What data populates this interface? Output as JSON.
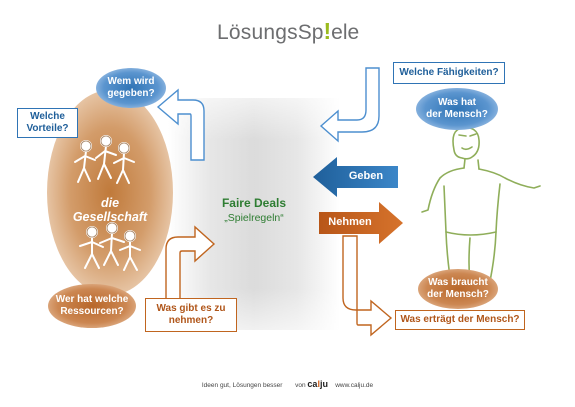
{
  "logo": {
    "prefix": "Lösungs",
    "sp": "Sp",
    "exclaim": "!",
    "ele": "ele"
  },
  "center": {
    "title": "Faire Deals",
    "subtitle": "„Spielregeln“"
  },
  "society": {
    "line1": "die",
    "line2": "Gesellschaft"
  },
  "left_top_oval": {
    "line1": "Wem wird",
    "line2": "gegeben?"
  },
  "left_vorteile_box": {
    "line1": "Welche",
    "line2": "Vorteile?"
  },
  "left_bottom_oval": {
    "line1": "Wer hat welche",
    "line2": "Ressourcen?"
  },
  "left_bottom_box": {
    "line1": "Was gibt es zu",
    "line2": "nehmen?"
  },
  "right_top_box": "Welche Fähigkeiten?",
  "right_top_oval": {
    "line1": "Was hat",
    "line2": "der Mensch?"
  },
  "right_bottom_oval": {
    "line1": "Was braucht",
    "line2": "der Mensch?"
  },
  "right_bottom_box": "Was erträgt der Mensch?",
  "arrow_give": "Geben",
  "arrow_take": "Nehmen",
  "footer": {
    "tagline": "Ideen gut, Lösungen besser",
    "von": "von",
    "brand_ca": "ca",
    "brand_bar": "l",
    "brand_ju": "ju",
    "url": "www.calju.de"
  },
  "colors": {
    "blue": "#2f74b5",
    "brown": "#c0651f",
    "green": "#2e7d32",
    "figure_green": "#8fae5a"
  }
}
